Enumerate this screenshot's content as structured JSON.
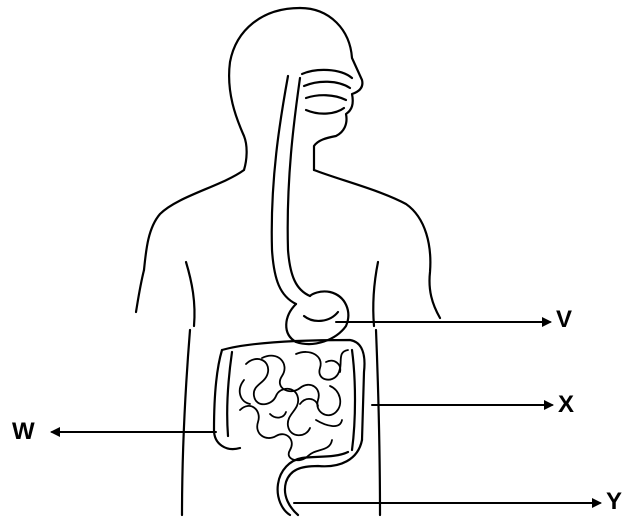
{
  "labels": {
    "v": "V",
    "x": "X",
    "w": "W",
    "y": "Y"
  },
  "colors": {
    "line": "#000000",
    "background": "#ffffff"
  }
}
